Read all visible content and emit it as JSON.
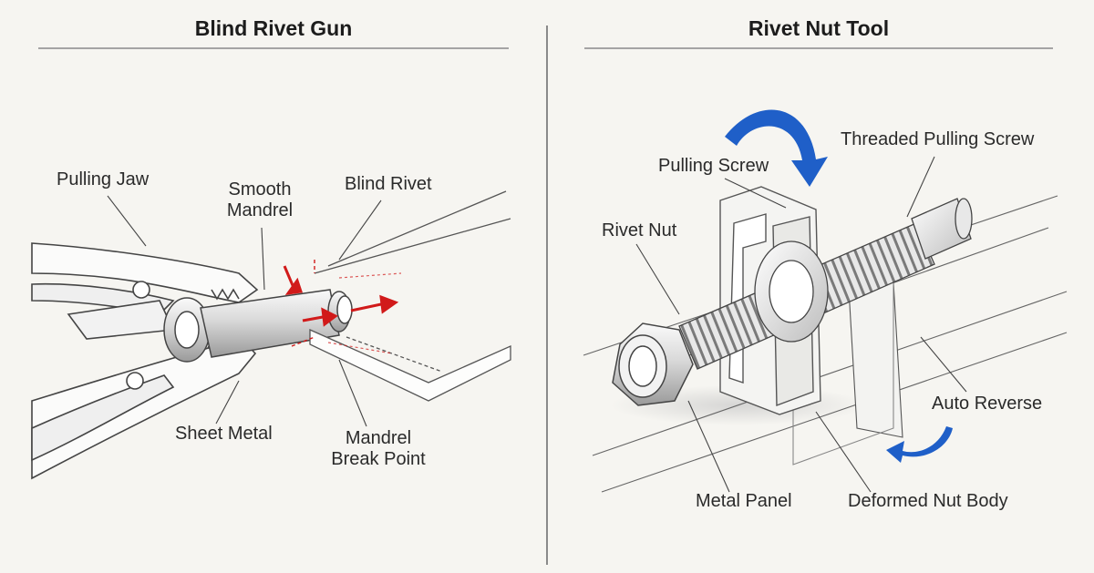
{
  "colors": {
    "background": "#f6f5f1",
    "line": "#555555",
    "accent_red": "#d11a1a",
    "accent_blue": "#1f5fc8"
  },
  "left_panel": {
    "title": "Blind Rivet Gun",
    "labels": {
      "pulling_jaw": "Pulling Jaw",
      "smooth_mandrel": "Smooth\nMandrel",
      "blind_rivet": "Blind Rivet",
      "sheet_metal": "Sheet Metal",
      "mandrel_break_point": "Mandrel\nBreak Point"
    }
  },
  "right_panel": {
    "title": "Rivet Nut Tool",
    "labels": {
      "threaded_pulling_screw": "Threaded Pulling Screw",
      "pulling_screw": "Pulling Screw",
      "rivet_nut": "Rivet Nut",
      "auto_reverse": "Auto Reverse",
      "metal_panel": "Metal Panel",
      "deformed_nut_body": "Deformed Nut Body"
    }
  }
}
